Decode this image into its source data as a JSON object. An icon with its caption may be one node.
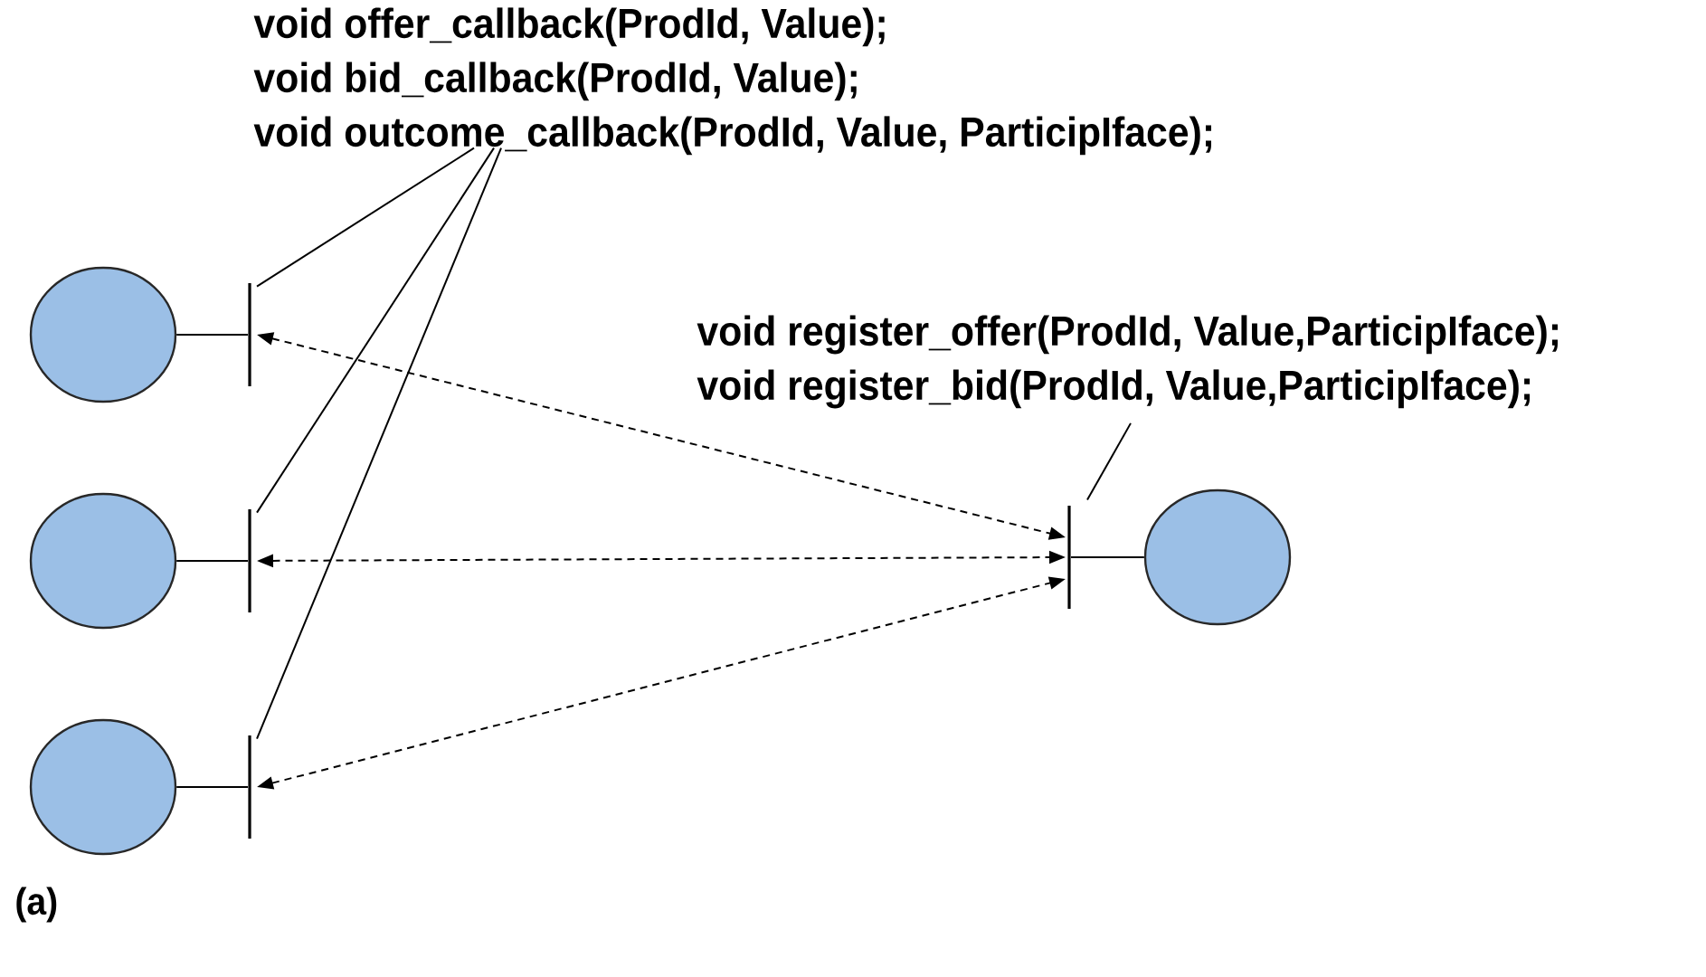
{
  "diagram": {
    "nodes": [
      {
        "text": [
          "void offer_callback(ProdId, Value);",
          "void bid_callback(ProdId, Value);",
          "void outcome_callback(ProdId, Value, ParticipIface);"
        ]
      },
      {
        "text": [],
        "shape": "circle"
      },
      {
        "text": [],
        "shape": "circle"
      },
      {
        "text": [],
        "shape": "circle"
      },
      {
        "text": [],
        "shape": "bar"
      },
      {
        "text": [],
        "shape": "bar"
      },
      {
        "text": [],
        "shape": "bar"
      },
      {
        "text": [
          "void register_offer(ProdId, Value,ParticipIface);",
          "void register_bid(ProdId, Value,ParticipIface);"
        ]
      },
      {
        "text": [],
        "shape": "bar"
      },
      {
        "text": [],
        "shape": "circle"
      }
    ],
    "edges": [
      {
        "from": 1,
        "to": 4,
        "arrow": "none"
      },
      {
        "from": 2,
        "to": 5,
        "arrow": "none"
      },
      {
        "from": 3,
        "to": 6,
        "arrow": "none"
      },
      {
        "from": 9,
        "to": 8,
        "arrow": "none"
      },
      {
        "from": 4,
        "to": 8,
        "arrow": "both",
        "style": "dashed"
      },
      {
        "from": 5,
        "to": 8,
        "arrow": "both",
        "style": "dashed"
      },
      {
        "from": 6,
        "to": 8,
        "arrow": "both",
        "style": "dashed"
      },
      {
        "from": 0,
        "to": 4,
        "arrow": "none"
      },
      {
        "from": 0,
        "to": 5,
        "arrow": "none"
      },
      {
        "from": 0,
        "to": 6,
        "arrow": "none"
      },
      {
        "from": 7,
        "to": 8,
        "arrow": "none"
      }
    ],
    "labels": [
      "(a)"
    ]
  }
}
